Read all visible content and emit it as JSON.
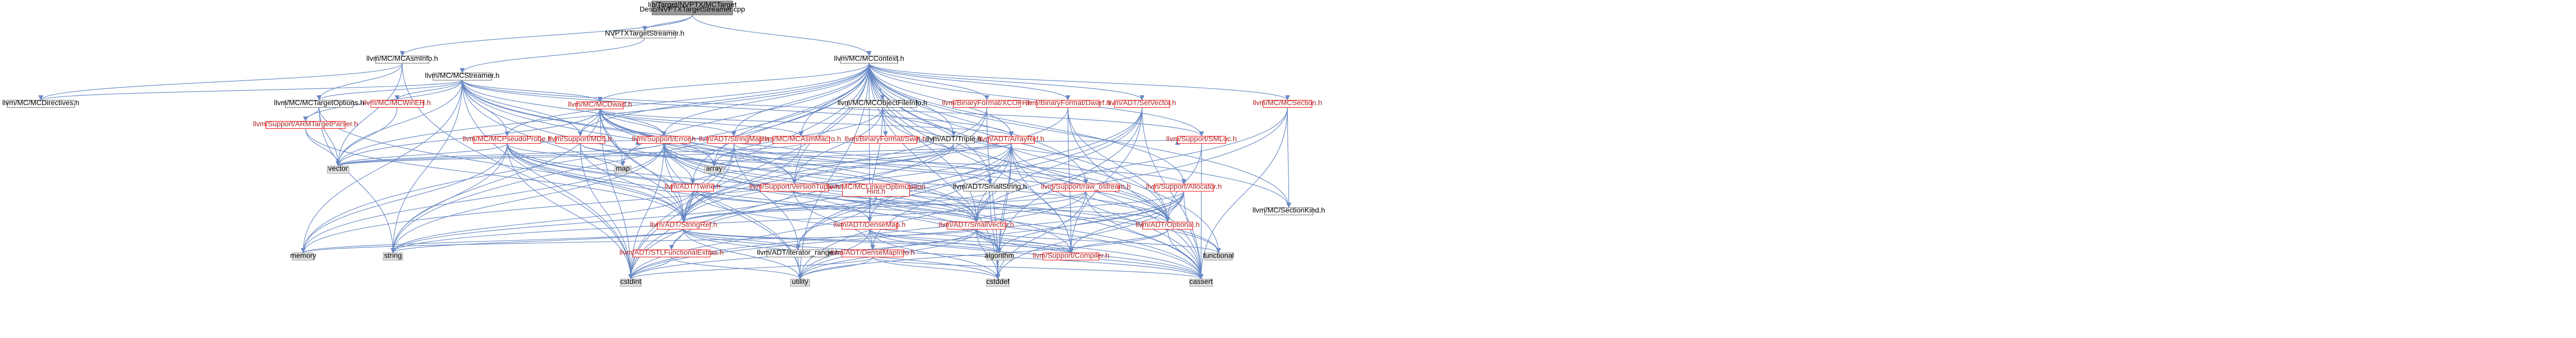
{
  "colors": {
    "edge": "#6889c4",
    "node_border": "#666666",
    "node_fill": "#ffffff",
    "text": "#000000",
    "external_fill": "#e0e0e0",
    "external_border": "#999999",
    "root_fill": "#999999",
    "root_border": "#666666",
    "undocumented_border": "#ff0000",
    "undocumented_text": "#b22222"
  },
  "nodes": [
    {
      "id": "root",
      "lines": [
        "lib/Target/NVPTX/MCTarget",
        "Desc/NVPTXTargetStreamer.cpp"
      ],
      "kind": "root"
    },
    {
      "id": "nvptxts",
      "lines": [
        "NVPTXTargetStreamer.h"
      ],
      "kind": "doc"
    },
    {
      "id": "mcasminfo",
      "lines": [
        "llvm/MC/MCAsmInfo.h"
      ],
      "kind": "doc"
    },
    {
      "id": "mccontext",
      "lines": [
        "llvm/MC/MCContext.h"
      ],
      "kind": "doc"
    },
    {
      "id": "mcstreamer",
      "lines": [
        "llvm/MC/MCStreamer.h"
      ],
      "kind": "doc"
    },
    {
      "id": "mcdirectives",
      "lines": [
        "llvm/MC/MCDirectives.h"
      ],
      "kind": "doc"
    },
    {
      "id": "mctargetopts",
      "lines": [
        "llvm/MC/MCTargetOptions.h"
      ],
      "kind": "doc"
    },
    {
      "id": "mcwinehh",
      "lines": [
        "llvm/MC/MCWinEH.h"
      ],
      "kind": "undoc"
    },
    {
      "id": "mcdwarf",
      "lines": [
        "llvm/MC/MCDwarf.h"
      ],
      "kind": "undoc"
    },
    {
      "id": "armtargetparser",
      "lines": [
        "llvm/Support/ARMTargetParser.h"
      ],
      "kind": "undoc"
    },
    {
      "id": "mcpseudoprobe",
      "lines": [
        "llvm/MC/MCPseudoProbe.h"
      ],
      "kind": "undoc"
    },
    {
      "id": "md5",
      "lines": [
        "llvm/Support/MD5.h"
      ],
      "kind": "undoc"
    },
    {
      "id": "supporterror",
      "lines": [
        "llvm/Support/Error.h"
      ],
      "kind": "undoc"
    },
    {
      "id": "stringmap",
      "lines": [
        "llvm/ADT/StringMap.h"
      ],
      "kind": "undoc"
    },
    {
      "id": "mcasmmacro",
      "lines": [
        "llvm/MC/MCAsmMacro.h"
      ],
      "kind": "undoc"
    },
    {
      "id": "mcobjectfileinfo",
      "lines": [
        "llvm/MC/MCObjectFileInfo.h"
      ],
      "kind": "doc"
    },
    {
      "id": "binaryswift",
      "lines": [
        "llvm/BinaryFormat/Swift.h"
      ],
      "kind": "undoc"
    },
    {
      "id": "adttriple",
      "lines": [
        "llvm/ADT/Triple.h"
      ],
      "kind": "doc"
    },
    {
      "id": "arrayref",
      "lines": [
        "llvm/ADT/ArrayRef.h"
      ],
      "kind": "undoc"
    },
    {
      "id": "xcoff",
      "lines": [
        "llvm/BinaryFormat/XCOFF.h"
      ],
      "kind": "undoc"
    },
    {
      "id": "bfdwarf",
      "lines": [
        "llvm/BinaryFormat/Dwarf.h"
      ],
      "kind": "undoc"
    },
    {
      "id": "setvector",
      "lines": [
        "llvm/ADT/SetVector.h"
      ],
      "kind": "undoc"
    },
    {
      "id": "vector",
      "lines": [
        "vector"
      ],
      "kind": "ext"
    },
    {
      "id": "map",
      "lines": [
        "map"
      ],
      "kind": "ext"
    },
    {
      "id": "array",
      "lines": [
        "array"
      ],
      "kind": "ext"
    },
    {
      "id": "twine",
      "lines": [
        "llvm/ADT/Twine.h"
      ],
      "kind": "undoc"
    },
    {
      "id": "versiontuple",
      "lines": [
        "llvm/Support/VersionTuple.h"
      ],
      "kind": "undoc"
    },
    {
      "id": "linkeropthint",
      "lines": [
        "llvm/MC/MCLinkerOptimization",
        "Hint.h"
      ],
      "kind": "undoc"
    },
    {
      "id": "smallstring",
      "lines": [
        "llvm/ADT/SmallString.h"
      ],
      "kind": "doc"
    },
    {
      "id": "rawostream",
      "lines": [
        "llvm/Support/raw_ostream.h"
      ],
      "kind": "undoc"
    },
    {
      "id": "allocator",
      "lines": [
        "llvm/Support/Allocator.h"
      ],
      "kind": "undoc"
    },
    {
      "id": "smlsupport",
      "lines": [
        "llvm/Support/SMLoc.h"
      ],
      "kind": "undoc"
    },
    {
      "id": "mcsection",
      "lines": [
        "llvm/MC/MCSection.h"
      ],
      "kind": "undoc"
    },
    {
      "id": "sectionkind",
      "lines": [
        "llvm/MC/SectionKind.h"
      ],
      "kind": "doc"
    },
    {
      "id": "stringref",
      "lines": [
        "llvm/ADT/StringRef.h"
      ],
      "kind": "undoc"
    },
    {
      "id": "densemap",
      "lines": [
        "llvm/ADT/DenseMap.h"
      ],
      "kind": "undoc"
    },
    {
      "id": "smallvector",
      "lines": [
        "llvm/ADT/SmallVector.h"
      ],
      "kind": "undoc"
    },
    {
      "id": "optional",
      "lines": [
        "llvm/ADT/Optional.h"
      ],
      "kind": "undoc"
    },
    {
      "id": "memory",
      "lines": [
        "memory"
      ],
      "kind": "ext"
    },
    {
      "id": "string",
      "lines": [
        "string"
      ],
      "kind": "ext"
    },
    {
      "id": "stlfunctional",
      "lines": [
        "llvm/ADT/STLFunctionalExtras.h"
      ],
      "kind": "undoc"
    },
    {
      "id": "iteratorrange",
      "lines": [
        "llvm/ADT/iterator_range.h"
      ],
      "kind": "doc"
    },
    {
      "id": "densemapinfo",
      "lines": [
        "llvm/ADT/DenseMapInfo.h"
      ],
      "kind": "undoc"
    },
    {
      "id": "algorithm",
      "lines": [
        "algorithm"
      ],
      "kind": "ext"
    },
    {
      "id": "compiler",
      "lines": [
        "llvm/Support/Compiler.h"
      ],
      "kind": "undoc"
    },
    {
      "id": "functional",
      "lines": [
        "functional"
      ],
      "kind": "ext"
    },
    {
      "id": "cstdint",
      "lines": [
        "cstdint"
      ],
      "kind": "ext"
    },
    {
      "id": "utility",
      "lines": [
        "utility"
      ],
      "kind": "ext"
    },
    {
      "id": "cstddef",
      "lines": [
        "cstddef"
      ],
      "kind": "ext"
    },
    {
      "id": "cassert",
      "lines": [
        "cassert"
      ],
      "kind": "ext"
    }
  ],
  "edges": [
    [
      "root",
      "nvptxts"
    ],
    [
      "root",
      "mcasminfo"
    ],
    [
      "root",
      "mccontext"
    ],
    [
      "nvptxts",
      "mcstreamer"
    ],
    [
      "mcasminfo",
      "mcdirectives"
    ],
    [
      "mcasminfo",
      "mctargetopts"
    ],
    [
      "mcasminfo",
      "vector"
    ],
    [
      "mcasminfo",
      "cstdint"
    ],
    [
      "mcstreamer",
      "mcdirectives"
    ],
    [
      "mcstreamer",
      "mcwinehh"
    ],
    [
      "mcstreamer",
      "mcdwarf"
    ],
    [
      "mcstreamer",
      "armtargetparser"
    ],
    [
      "mcstreamer",
      "mcpseudoprobe"
    ],
    [
      "mcstreamer",
      "md5"
    ],
    [
      "mcstreamer",
      "supporterror"
    ],
    [
      "mcstreamer",
      "vector"
    ],
    [
      "mcstreamer",
      "stringref"
    ],
    [
      "mcstreamer",
      "smallvector"
    ],
    [
      "mcstreamer",
      "optional"
    ],
    [
      "mcstreamer",
      "arrayref"
    ],
    [
      "mcstreamer",
      "memory"
    ],
    [
      "mcstreamer",
      "string"
    ],
    [
      "mcstreamer",
      "cstdint"
    ],
    [
      "mcstreamer",
      "cassert"
    ],
    [
      "mcstreamer",
      "smlsupport"
    ],
    [
      "mcstreamer",
      "versiontuple"
    ],
    [
      "mcstreamer",
      "mctargetopts"
    ],
    [
      "mcstreamer",
      "mclinker_dummy"
    ],
    [
      "mccontext",
      "mcasmmacro"
    ],
    [
      "mccontext",
      "mcobjectfileinfo"
    ],
    [
      "mccontext",
      "xcoff"
    ],
    [
      "mccontext",
      "bfdwarf"
    ],
    [
      "mccontext",
      "setvector"
    ],
    [
      "mccontext",
      "mcdwarf"
    ],
    [
      "mccontext",
      "stringmap"
    ],
    [
      "mccontext",
      "adttriple"
    ],
    [
      "mccontext",
      "arrayref"
    ],
    [
      "mccontext",
      "supporterror"
    ],
    [
      "mccontext",
      "md5"
    ],
    [
      "mccontext",
      "allocator"
    ],
    [
      "mccontext",
      "smlsupport"
    ],
    [
      "mccontext",
      "mcsection"
    ],
    [
      "mccontext",
      "sectionkind"
    ],
    [
      "mccontext",
      "rawostream"
    ],
    [
      "mccontext",
      "twine"
    ],
    [
      "mccontext",
      "stringref"
    ],
    [
      "mccontext",
      "densemap"
    ],
    [
      "mccontext",
      "smallvector"
    ],
    [
      "mccontext",
      "smallstring"
    ],
    [
      "mccontext",
      "optional"
    ],
    [
      "mccontext",
      "vector"
    ],
    [
      "mccontext",
      "map"
    ],
    [
      "mccontext",
      "string"
    ],
    [
      "mccontext",
      "memory"
    ],
    [
      "mccontext",
      "cstdint"
    ],
    [
      "mccontext",
      "utility"
    ],
    [
      "mccontext",
      "cassert"
    ],
    [
      "mccontext",
      "cstddef"
    ],
    [
      "mccontext",
      "functional"
    ],
    [
      "mccontext",
      "compiler"
    ],
    [
      "mccontext",
      "versiontuple"
    ],
    [
      "mccontext",
      "array"
    ],
    [
      "mccontext",
      "mcpseudoprobe"
    ],
    [
      "mctargetopts",
      "armtargetparser"
    ],
    [
      "mctargetopts",
      "stringref"
    ],
    [
      "mctargetopts",
      "vector"
    ],
    [
      "mctargetopts",
      "string"
    ],
    [
      "mcwinehh",
      "vector"
    ],
    [
      "mcdwarf",
      "stringmap"
    ],
    [
      "mcdwarf",
      "supporterror"
    ],
    [
      "mcdwarf",
      "md5"
    ],
    [
      "mcdwarf",
      "stringref"
    ],
    [
      "mcdwarf",
      "smallvector"
    ],
    [
      "mcdwarf",
      "optional"
    ],
    [
      "mcdwarf",
      "vector"
    ],
    [
      "mcdwarf",
      "string"
    ],
    [
      "mcdwarf",
      "cstdint"
    ],
    [
      "mcdwarf",
      "utility"
    ],
    [
      "mcdwarf",
      "map"
    ],
    [
      "mcdwarf",
      "array"
    ],
    [
      "mcdwarf",
      "arrayref"
    ],
    [
      "mcdwarf",
      "versiontuple"
    ],
    [
      "mcdwarf",
      "mcasmmacro"
    ],
    [
      "armtargetparser",
      "stringref"
    ],
    [
      "armtargetparser",
      "vector"
    ],
    [
      "mcpseudoprobe",
      "stringref"
    ],
    [
      "mcpseudoprobe",
      "smallvector"
    ],
    [
      "mcpseudoprobe",
      "densemap"
    ],
    [
      "mcpseudoprobe",
      "vector"
    ],
    [
      "mcpseudoprobe",
      "string"
    ],
    [
      "mcpseudoprobe",
      "map"
    ],
    [
      "mcpseudoprobe",
      "memory"
    ],
    [
      "mcpseudoprobe",
      "cstdint"
    ],
    [
      "mcpseudoprobe",
      "algorithm"
    ],
    [
      "mcpseudoprobe",
      "functional"
    ],
    [
      "mcpseudoprobe",
      "cassert"
    ],
    [
      "mcpseudoprobe",
      "supporterror"
    ],
    [
      "md5",
      "stringref"
    ],
    [
      "md5",
      "array"
    ],
    [
      "md5",
      "cstdint"
    ],
    [
      "md5",
      "smallstring"
    ],
    [
      "supporterror",
      "twine"
    ],
    [
      "supporterror",
      "stringref"
    ],
    [
      "supporterror",
      "smallvector"
    ],
    [
      "supporterror",
      "optional"
    ],
    [
      "supporterror",
      "compiler"
    ],
    [
      "supporterror",
      "rawostream"
    ],
    [
      "supporterror",
      "memory"
    ],
    [
      "supporterror",
      "string"
    ],
    [
      "supporterror",
      "vector"
    ],
    [
      "supporterror",
      "cstdint"
    ],
    [
      "supporterror",
      "utility"
    ],
    [
      "supporterror",
      "algorithm"
    ],
    [
      "supporterror",
      "cassert"
    ],
    [
      "supporterror",
      "functional"
    ],
    [
      "stringmap",
      "stringref"
    ],
    [
      "stringmap",
      "allocator"
    ],
    [
      "stringmap",
      "iteratorrange"
    ],
    [
      "stringmap",
      "cstdint"
    ],
    [
      "mcasmmacro",
      "stringref"
    ],
    [
      "mcasmmacro",
      "smlsupport"
    ],
    [
      "mcasmmacro",
      "vector"
    ],
    [
      "mcobjectfileinfo",
      "binaryswift"
    ],
    [
      "mcobjectfileinfo",
      "adttriple"
    ],
    [
      "mcobjectfileinfo",
      "versiontuple"
    ],
    [
      "mcobjectfileinfo",
      "optional"
    ],
    [
      "mcobjectfileinfo",
      "array"
    ],
    [
      "mcobjectfileinfo",
      "densemap"
    ],
    [
      "mcobjectfileinfo",
      "sectionkind"
    ],
    [
      "adttriple",
      "twine"
    ],
    [
      "adttriple",
      "versiontuple"
    ],
    [
      "adttriple",
      "stringref"
    ],
    [
      "arrayref",
      "smallvector"
    ],
    [
      "arrayref",
      "optional"
    ],
    [
      "arrayref",
      "compiler"
    ],
    [
      "arrayref",
      "iteratorrange"
    ],
    [
      "arrayref",
      "stlfunctional"
    ],
    [
      "arrayref",
      "algorithm"
    ],
    [
      "arrayref",
      "array"
    ],
    [
      "arrayref",
      "cassert"
    ],
    [
      "arrayref",
      "cstddef"
    ],
    [
      "arrayref",
      "memory"
    ],
    [
      "arrayref",
      "vector"
    ],
    [
      "arrayref",
      "densemapinfo"
    ],
    [
      "xcoff",
      "stringref"
    ],
    [
      "xcoff",
      "cstddef"
    ],
    [
      "xcoff",
      "cstdint"
    ],
    [
      "bfdwarf",
      "stringref"
    ],
    [
      "bfdwarf",
      "optional"
    ],
    [
      "bfdwarf",
      "compiler"
    ],
    [
      "bfdwarf",
      "cassert"
    ],
    [
      "setvector",
      "smallvector"
    ],
    [
      "setvector",
      "densemap"
    ],
    [
      "setvector",
      "compiler"
    ],
    [
      "setvector",
      "algorithm"
    ],
    [
      "setvector",
      "cassert"
    ],
    [
      "setvector",
      "iteratorrange"
    ],
    [
      "twine",
      "smallvector"
    ],
    [
      "twine",
      "stringref"
    ],
    [
      "twine",
      "string"
    ],
    [
      "twine",
      "cstdint"
    ],
    [
      "twine",
      "cassert"
    ],
    [
      "versiontuple",
      "optional"
    ],
    [
      "versiontuple",
      "string"
    ],
    [
      "versiontuple",
      "densemapinfo"
    ],
    [
      "linkeropthint",
      "stringref"
    ],
    [
      "linkeropthint",
      "smallvector"
    ],
    [
      "linkeropthint",
      "cstdint"
    ],
    [
      "smallstring",
      "stringref"
    ],
    [
      "smallstring",
      "smallvector"
    ],
    [
      "smallstring",
      "cstddef"
    ],
    [
      "rawostream",
      "stringref"
    ],
    [
      "rawostream",
      "optional"
    ],
    [
      "rawostream",
      "cstddef"
    ],
    [
      "rawostream",
      "cstdint"
    ],
    [
      "rawostream",
      "cassert"
    ],
    [
      "rawostream",
      "string"
    ],
    [
      "allocator",
      "smallvector"
    ],
    [
      "allocator",
      "compiler"
    ],
    [
      "allocator",
      "algorithm"
    ],
    [
      "allocator",
      "cassert"
    ],
    [
      "allocator",
      "cstddef"
    ],
    [
      "allocator",
      "cstdint"
    ],
    [
      "allocator",
      "utility"
    ],
    [
      "allocator",
      "optional"
    ],
    [
      "smlsupport",
      "cassert"
    ],
    [
      "smlsupport",
      "optional"
    ],
    [
      "mcsection",
      "sectionkind"
    ],
    [
      "mcsection",
      "smallvector"
    ],
    [
      "mcsection",
      "cassert"
    ],
    [
      "mcsection",
      "utility"
    ],
    [
      "stringref",
      "stlfunctional"
    ],
    [
      "stringref",
      "iteratorrange"
    ],
    [
      "stringref",
      "compiler"
    ],
    [
      "stringref",
      "algorithm"
    ],
    [
      "stringref",
      "cassert"
    ],
    [
      "stringref",
      "cstddef"
    ],
    [
      "stringref",
      "cstring_dummy"
    ],
    [
      "stringref",
      "limits_dummy"
    ],
    [
      "stringref",
      "string"
    ],
    [
      "stringref",
      "utility"
    ],
    [
      "stringref",
      "memory"
    ],
    [
      "densemap",
      "densemapinfo"
    ],
    [
      "densemap",
      "algorithm"
    ],
    [
      "densemap",
      "cassert"
    ],
    [
      "densemap",
      "cstddef"
    ],
    [
      "densemap",
      "utility"
    ],
    [
      "densemap",
      "compiler"
    ],
    [
      "densemapinfo",
      "cassert"
    ],
    [
      "densemapinfo",
      "cstddef"
    ],
    [
      "densemapinfo",
      "cstdint"
    ],
    [
      "densemapinfo",
      "utility"
    ],
    [
      "smallvector",
      "compiler"
    ],
    [
      "smallvector",
      "algorithm"
    ],
    [
      "smallvector",
      "cassert"
    ],
    [
      "smallvector",
      "cstddef"
    ],
    [
      "smallvector",
      "cstdint"
    ],
    [
      "smallvector",
      "functional"
    ],
    [
      "smallvector",
      "memory"
    ],
    [
      "smallvector",
      "utility"
    ],
    [
      "optional",
      "compiler"
    ],
    [
      "optional",
      "cassert"
    ],
    [
      "optional",
      "utility"
    ],
    [
      "stlfunctional",
      "cstdint"
    ],
    [
      "stlfunctional",
      "utility"
    ],
    [
      "iteratorrange",
      "utility"
    ]
  ]
}
